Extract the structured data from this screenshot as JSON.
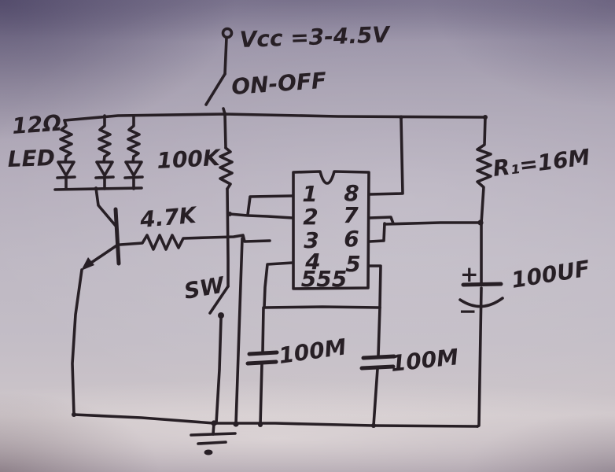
{
  "photo": {
    "paper_color": "#beb8c3",
    "ink_color": "#271f25"
  },
  "circuit": {
    "power": {
      "vcc_label": "Vcc =3-4.5V",
      "switch_label": "ON-OFF"
    },
    "led_bank": {
      "resistor_label": "12Ω",
      "led_label": "LED"
    },
    "resistors": {
      "r_100k": "100K",
      "r_4k7": "4.7K",
      "r1": "R₁=16M"
    },
    "switch_sw": {
      "label": "SW"
    },
    "ic555": {
      "label": "555",
      "pins_left": [
        "1",
        "2",
        "3",
        "4"
      ],
      "pins_right": [
        "8",
        "7",
        "6",
        "5"
      ]
    },
    "capacitors": {
      "polar_label": "100UF",
      "polar_plus": "+",
      "polar_minus": "−",
      "c1": "100M",
      "c2": "100M"
    }
  }
}
